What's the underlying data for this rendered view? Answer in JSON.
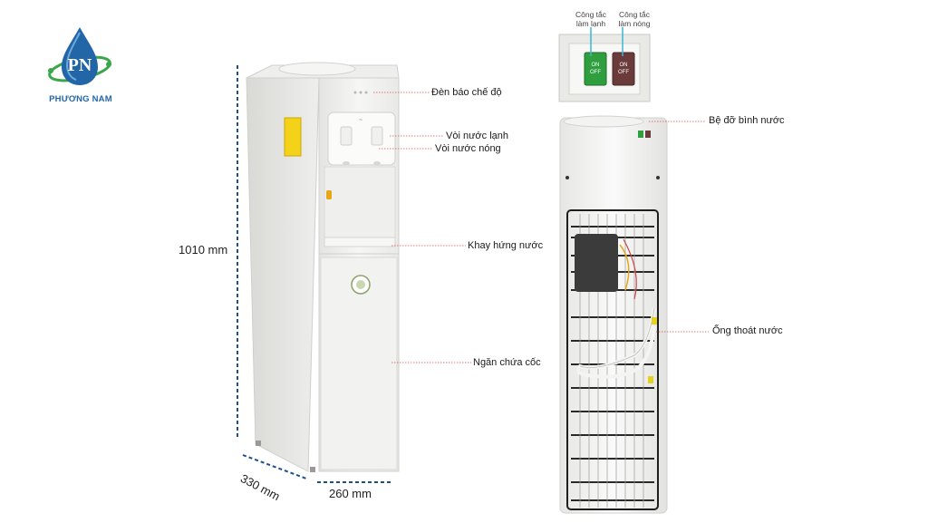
{
  "logo": {
    "monogram": "PN",
    "brand_name": "PHƯƠNG NAM",
    "colors": {
      "primary": "#2366a8",
      "accent": "#3aa64a"
    }
  },
  "dimensions": {
    "height": "1010 mm",
    "depth": "330 mm",
    "width": "260 mm"
  },
  "front_callouts": {
    "indicator": "Đèn báo chế độ",
    "cold_tap": "Vòi nước lạnh",
    "hot_tap": "Vòi nước  nóng",
    "drip_tray": "Khay hứng nước",
    "cup_compartment": "Ngăn chứa cốc"
  },
  "rear_callouts": {
    "bottle_holder": "Bệ đỡ bình nước",
    "drain_pipe": "Ống thoát nước"
  },
  "switch_panel": {
    "cold_switch_label": [
      "Công tắc",
      "làm lạnh"
    ],
    "hot_switch_label": [
      "Công tắc",
      "làm nóng"
    ],
    "switch_text": [
      "ON",
      "OFF"
    ],
    "colors": {
      "cold": "#2e9e3e",
      "hot": "#6b3a3a",
      "pointer": "#3bb8d4"
    }
  }
}
